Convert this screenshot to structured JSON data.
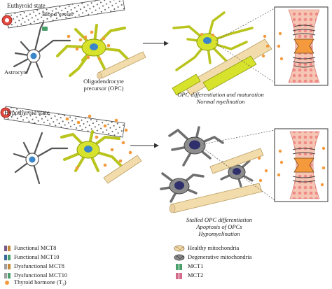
{
  "panels": {
    "top": {
      "state": "Euthyroid state",
      "blood_vessel": "Blood vessel",
      "astrocyte": "Astrocyte",
      "opc_label_line1": "Oligodendrocyte",
      "opc_label_line2": "precursor (OPC)",
      "outcome_line1": "OPC differentiation and maturation",
      "outcome_line2": "Normal myelination"
    },
    "bottom": {
      "state": "Hypothyroid state",
      "outcome_line1": "Stalled OPC differentiation",
      "outcome_line2": "Apoptosis of OPCs",
      "outcome_line3": "Hypomyelination"
    }
  },
  "legend": {
    "left": [
      {
        "label": "Functional MCT8",
        "icon": "functional-mct8-icon"
      },
      {
        "label": "Functional MCT10",
        "icon": "functional-mct10-icon"
      },
      {
        "label": "Dysfunctional MCT8",
        "icon": "dysfunctional-mct8-icon"
      },
      {
        "label": "Dysfunctional MCT10",
        "icon": "dysfunctional-mct10-icon"
      },
      {
        "label": "Thyroid hormone (T",
        "sub": "3",
        "tail": ")",
        "icon": "thyroid-hormone-icon"
      }
    ],
    "right": [
      {
        "label": "Healthy mitochondria",
        "icon": "healthy-mitochondria-icon"
      },
      {
        "label": "Degenerative mitochondria",
        "icon": "degenerative-mitochondria-icon"
      },
      {
        "label": "MCT1",
        "icon": "mct1-icon"
      },
      {
        "label": "MCT2",
        "icon": "mct2-icon"
      }
    ]
  },
  "colors": {
    "opc": "#d7e22c",
    "opc_stroke": "#8a9a10",
    "axon": "#f3dcab",
    "axon_stroke": "#b89d62",
    "hormone": "#f59a3c",
    "nucleus": "#3a86c8",
    "degenerate_cell": "#8d8d8d",
    "degenerate_nucleus": "#2e2f6b",
    "vessel_red": "#d9302b"
  }
}
